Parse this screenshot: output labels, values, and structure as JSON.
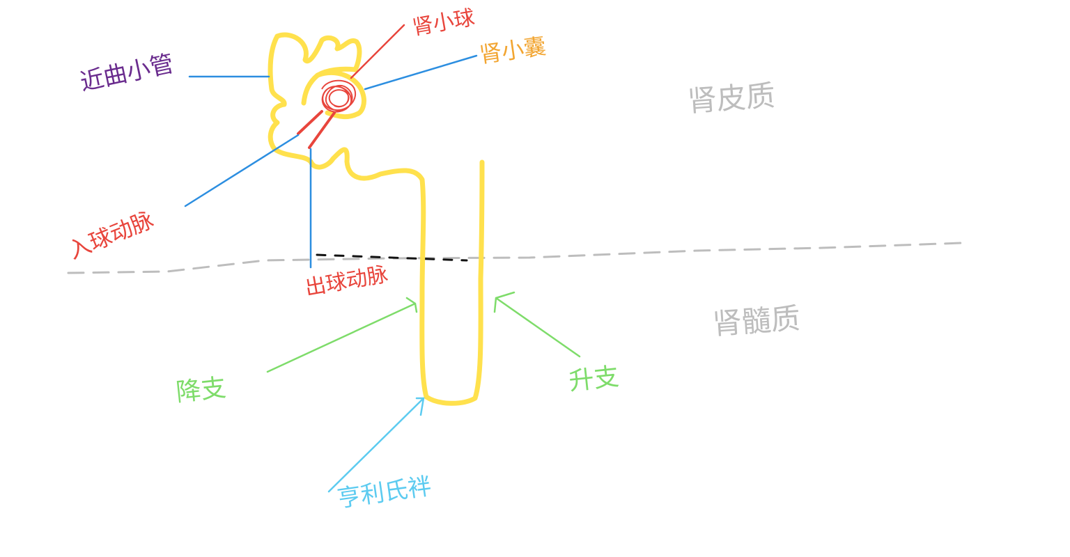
{
  "colors": {
    "nephron": "#FFE14D",
    "pointer_blue": "#2C8EE0",
    "arteriole_red": "#E8453C",
    "bowman_orange": "#F2A531",
    "tubule_purple": "#6A2C8E",
    "limb_green": "#7EDC6A",
    "loop_cyan": "#5CCBF0",
    "zone_gray": "#BDBDBD",
    "divider_black": "#111111"
  },
  "labels": {
    "proximal_tubule": "近曲小管",
    "glomerulus": "肾小球",
    "bowman_capsule": "肾小囊",
    "afferent_arteriole": "入球动脉",
    "efferent_arteriole": "出球动脉",
    "descending_limb": "降支",
    "ascending_limb": "升支",
    "loop_of_henle": "亨利氏袢",
    "renal_cortex": "肾皮质",
    "renal_medulla": "肾髓质"
  },
  "icons": {
    "nephron": "nephron-drawing",
    "glomerulus": "glomerulus-scribble"
  }
}
